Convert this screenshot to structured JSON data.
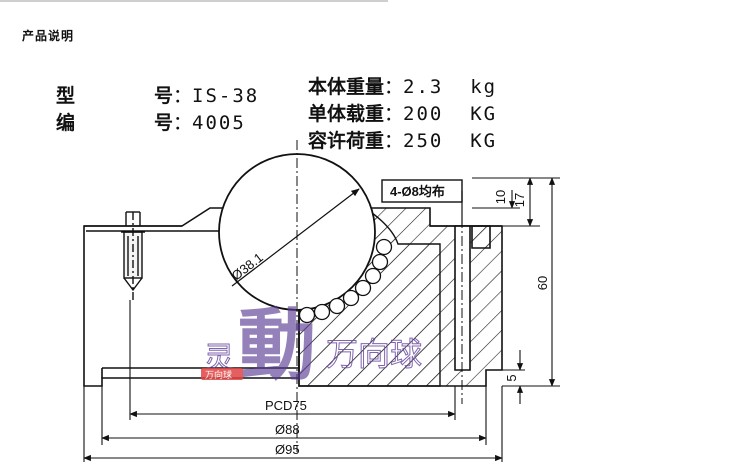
{
  "header": {
    "section_title": "产品说明"
  },
  "specs_left": [
    {
      "key_a": "型",
      "key_b": "号",
      "value": "IS-38"
    },
    {
      "key_a": "编",
      "key_b": "号",
      "value": "4005"
    }
  ],
  "specs_right": [
    {
      "label": "本体重量",
      "value": "2.3  kg"
    },
    {
      "label": "单体载重",
      "value": "200  KG"
    },
    {
      "label": "容许荷重",
      "value": "250  KG"
    }
  ],
  "drawing": {
    "hole_note": "4-Ø8均布",
    "ball_dia": "Ø38.1",
    "dim_10": "10",
    "dim_17": "17",
    "dim_60": "60",
    "dim_5": "5",
    "pcd": "PCD75",
    "dia_88": "Ø88",
    "dia_95": "Ø95"
  },
  "watermark": {
    "text_main": "動",
    "text_left": "灵",
    "text_right": "万向球",
    "seal": "万向球"
  }
}
